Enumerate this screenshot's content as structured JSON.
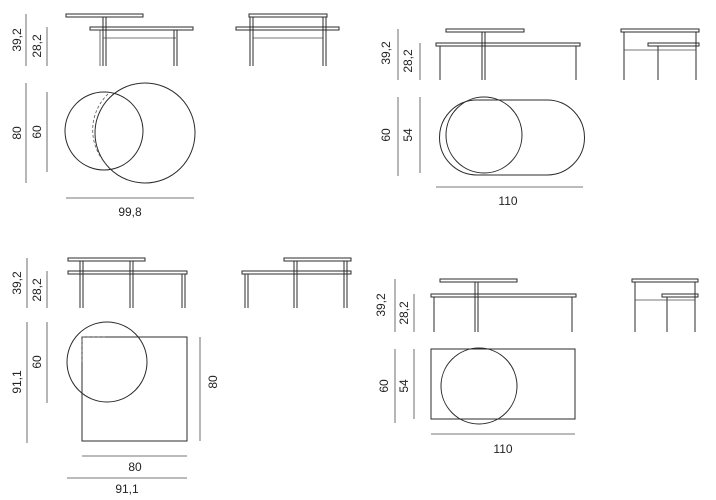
{
  "panels": {
    "top_left": {
      "height_total": "39,2",
      "height_low": "28,2",
      "depth_total": "80",
      "depth_small": "60",
      "width_total": "99,8"
    },
    "top_right": {
      "height_total": "39,2",
      "height_low": "28,2",
      "depth_total": "60",
      "depth_small": "54",
      "width_total": "110"
    },
    "bottom_left": {
      "height_total": "39,2",
      "height_low": "28,2",
      "depth_total": "91,1",
      "depth_small": "60",
      "depth_square": "80",
      "width_square": "80",
      "width_total": "91,1"
    },
    "bottom_right": {
      "height_total": "39,2",
      "height_low": "28,2",
      "depth_total": "60",
      "depth_small": "54",
      "width_total": "110"
    }
  }
}
